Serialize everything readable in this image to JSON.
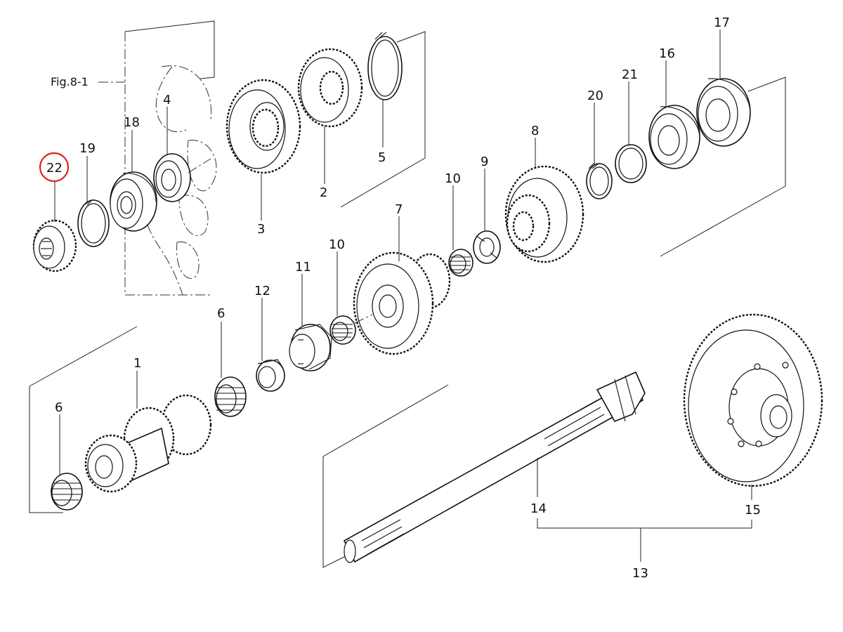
{
  "figure_ref": "Fig.8-1",
  "highlight_color": "#e02020",
  "highlighted_part": "22",
  "labels": {
    "p1": "1",
    "p2": "2",
    "p3": "3",
    "p4": "4",
    "p5": "5",
    "p6a": "6",
    "p6b": "6",
    "p7": "7",
    "p8": "8",
    "p9": "9",
    "p10a": "10",
    "p10b": "10",
    "p11": "11",
    "p12": "12",
    "p13": "13",
    "p14": "14",
    "p15": "15",
    "p16": "16",
    "p17": "17",
    "p18": "18",
    "p19": "19",
    "p20": "20",
    "p21": "21",
    "p22": "22"
  }
}
